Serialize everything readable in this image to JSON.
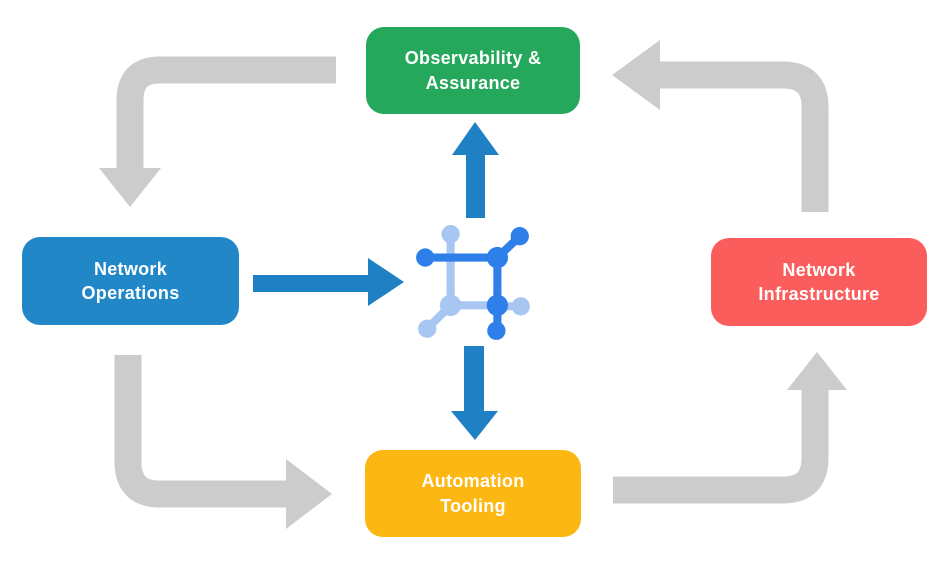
{
  "background": "#ffffff",
  "nodes": [
    {
      "id": "observability-assurance",
      "line1": "Observability &",
      "line2": "Assurance",
      "color": "#25a85b"
    },
    {
      "id": "network-operations",
      "line1": "Network",
      "line2": "Operations",
      "color": "#2287c7"
    },
    {
      "id": "network-infrastructure",
      "line1": "Network",
      "line2": "Infrastructure",
      "color": "#fb5d5c"
    },
    {
      "id": "automation-tooling",
      "line1": "Automation",
      "line2": "Tooling",
      "color": "#fdb713"
    }
  ],
  "center_icon": {
    "name": "network-node-icon",
    "primary_color": "#2e7fe9",
    "secondary_color": "#a8c6f2"
  },
  "arrows": {
    "cycle_color": "#cccccc",
    "center_color": "#1f80c4",
    "cycle_flows": [
      "observability-assurance -> network-operations",
      "network-operations -> automation-tooling",
      "automation-tooling -> network-infrastructure",
      "network-infrastructure -> observability-assurance"
    ],
    "center_flows": [
      "network-operations -> center-icon",
      "center-icon -> observability-assurance",
      "center-icon -> automation-tooling"
    ]
  }
}
